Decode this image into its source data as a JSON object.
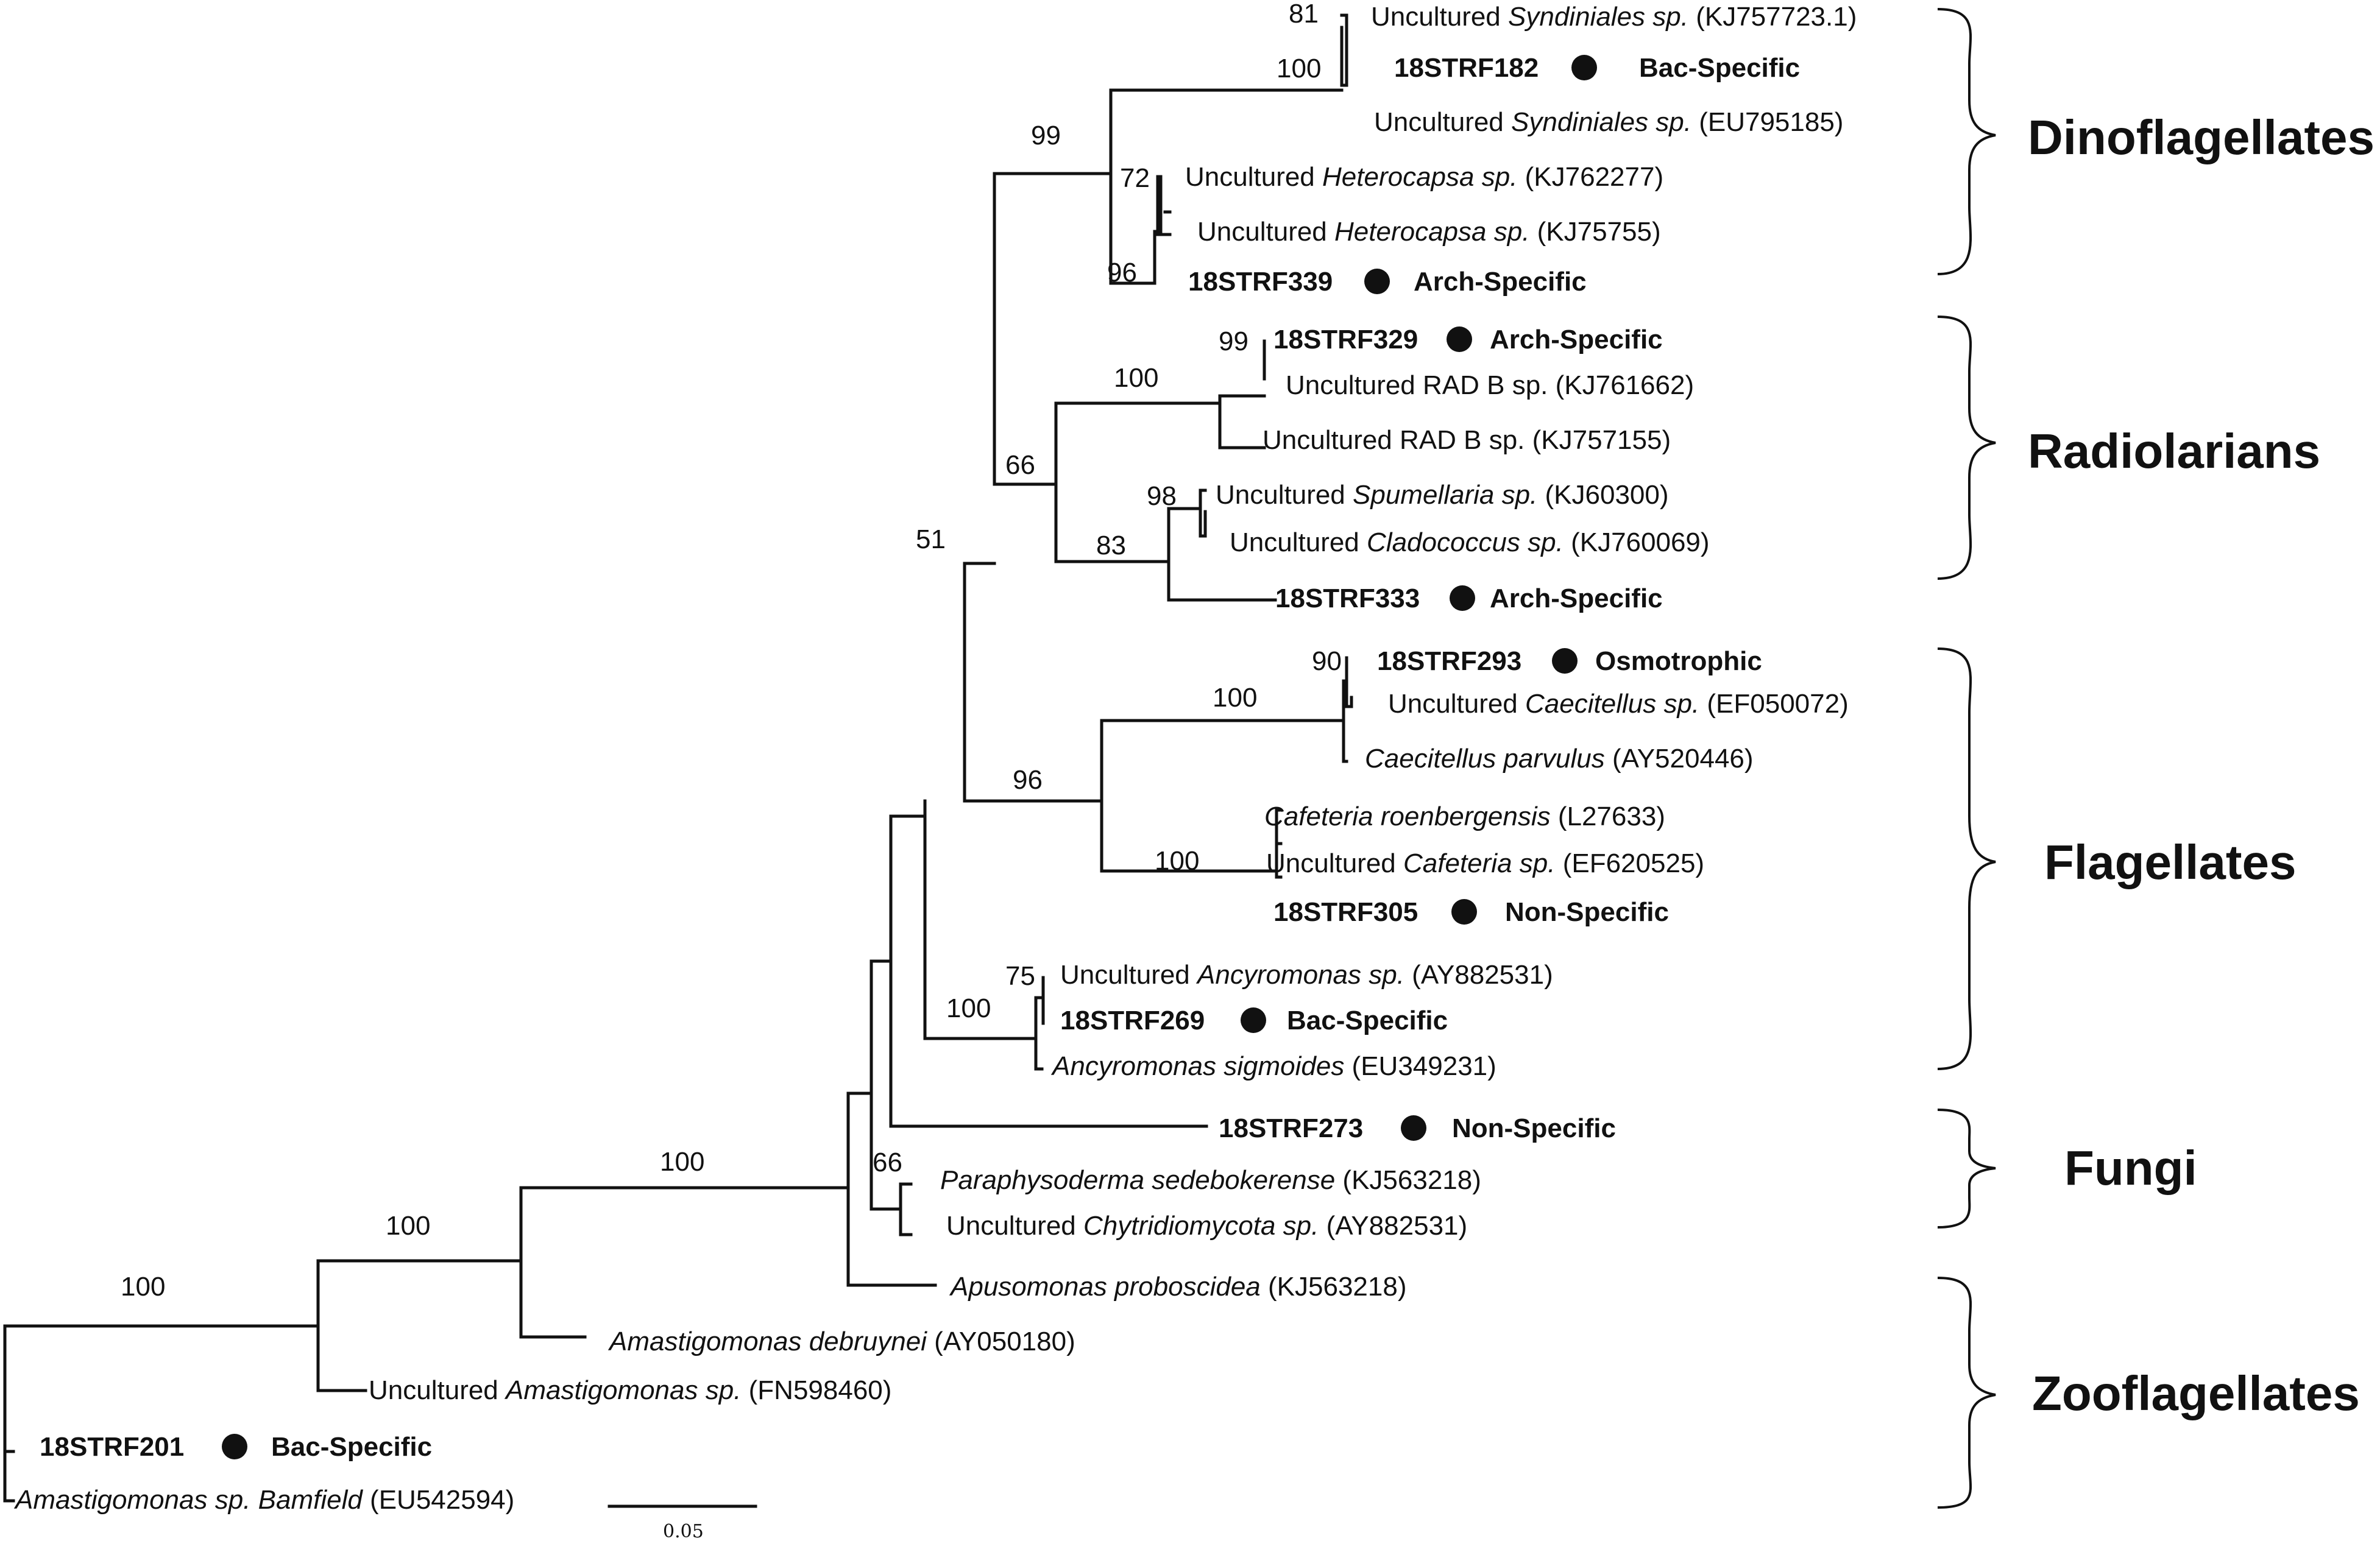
{
  "taxa": [
    {
      "id": "t1",
      "parts": [
        {
          "t": "Uncultured "
        },
        {
          "t": "Syndiniales sp.",
          "i": true
        },
        {
          "t": " (KJ757723.1)"
        }
      ]
    },
    {
      "id": "t2",
      "bold": true,
      "dot": true,
      "name": "18STRF182",
      "tag": "Bac-Specific"
    },
    {
      "id": "t3",
      "parts": [
        {
          "t": "Uncultured "
        },
        {
          "t": "Syndiniales sp.",
          "i": true
        },
        {
          "t": " (EU795185)"
        }
      ]
    },
    {
      "id": "t4",
      "parts": [
        {
          "t": "Uncultured "
        },
        {
          "t": "Heterocapsa sp.",
          "i": true
        },
        {
          "t": " (KJ762277)"
        }
      ]
    },
    {
      "id": "t5",
      "parts": [
        {
          "t": "Uncultured "
        },
        {
          "t": "Heterocapsa sp.",
          "i": true
        },
        {
          "t": " (KJ75755)"
        }
      ]
    },
    {
      "id": "t6",
      "bold": true,
      "dot": true,
      "name": "18STRF339",
      "tag": "Arch-Specific"
    },
    {
      "id": "t7",
      "bold": true,
      "dot": true,
      "name": "18STRF329",
      "tag": "Arch-Specific"
    },
    {
      "id": "t8",
      "parts": [
        {
          "t": "Uncultured RAD B sp. (KJ761662)"
        }
      ]
    },
    {
      "id": "t9",
      "parts": [
        {
          "t": "Uncultured RAD B sp. (KJ757155)"
        }
      ]
    },
    {
      "id": "t10",
      "parts": [
        {
          "t": "Uncultured "
        },
        {
          "t": "Spumellaria sp.",
          "i": true
        },
        {
          "t": " (KJ60300)"
        }
      ]
    },
    {
      "id": "t11",
      "parts": [
        {
          "t": "Uncultured "
        },
        {
          "t": "Cladococcus sp.",
          "i": true
        },
        {
          "t": " (KJ760069)"
        }
      ]
    },
    {
      "id": "t12",
      "bold": true,
      "dot": true,
      "name": "18STRF333",
      "tag": "Arch-Specific"
    },
    {
      "id": "t13",
      "bold": true,
      "dot": true,
      "name": "18STRF293",
      "tag": "Osmotrophic"
    },
    {
      "id": "t14",
      "parts": [
        {
          "t": "Uncultured "
        },
        {
          "t": "Caecitellus sp.",
          "i": true
        },
        {
          "t": " (EF050072)"
        }
      ]
    },
    {
      "id": "t15",
      "parts": [
        {
          "t": "Caecitellus parvulus",
          "i": true
        },
        {
          "t": " (AY520446)"
        }
      ]
    },
    {
      "id": "t16",
      "parts": [
        {
          "t": "Cafeteria roenbergensis",
          "i": true
        },
        {
          "t": " (L27633)"
        }
      ]
    },
    {
      "id": "t17",
      "parts": [
        {
          "t": "Uncultured "
        },
        {
          "t": "Cafeteria sp.",
          "i": true
        },
        {
          "t": " (EF620525)"
        }
      ]
    },
    {
      "id": "t18",
      "bold": true,
      "dot": true,
      "name": "18STRF305",
      "tag": "Non-Specific"
    },
    {
      "id": "t19",
      "parts": [
        {
          "t": "Uncultured "
        },
        {
          "t": "Ancyromonas sp.",
          "i": true
        },
        {
          "t": " (AY882531)"
        }
      ]
    },
    {
      "id": "t20",
      "bold": true,
      "dot": true,
      "name": "18STRF269",
      "tag": "Bac-Specific"
    },
    {
      "id": "t21",
      "parts": [
        {
          "t": "Ancyromonas sigmoides",
          "i": true
        },
        {
          "t": " (EU349231)"
        }
      ]
    },
    {
      "id": "t22",
      "bold": true,
      "dot": true,
      "name": "18STRF273",
      "tag": "Non-Specific"
    },
    {
      "id": "t23",
      "parts": [
        {
          "t": "Paraphysoderma sedebokerense",
          "i": true
        },
        {
          "t": " (KJ563218)"
        }
      ]
    },
    {
      "id": "t24",
      "parts": [
        {
          "t": "Uncultured "
        },
        {
          "t": "Chytridiomycota sp.",
          "i": true
        },
        {
          "t": " (AY882531)"
        }
      ]
    },
    {
      "id": "t25",
      "parts": [
        {
          "t": "Apusomonas proboscidea",
          "i": true
        },
        {
          "t": " (KJ563218)"
        }
      ]
    },
    {
      "id": "t26",
      "parts": [
        {
          "t": "Amastigomonas debruynei",
          "i": true
        },
        {
          "t": " (AY050180)"
        }
      ]
    },
    {
      "id": "t27",
      "parts": [
        {
          "t": "Uncultured "
        },
        {
          "t": "Amastigomonas sp.",
          "i": true
        },
        {
          "t": " (FN598460)"
        }
      ]
    },
    {
      "id": "t28",
      "bold": true,
      "dot": true,
      "name": "18STRF201",
      "tag": "Bac-Specific"
    },
    {
      "id": "t29",
      "parts": [
        {
          "t": "Amastigomonas sp. Bamfield",
          "i": true
        },
        {
          "t": " (EU542594)"
        }
      ]
    }
  ],
  "bootstraps": [
    "81",
    "100",
    "99",
    "72",
    "96",
    "99",
    "100",
    "66",
    "98",
    "83",
    "51",
    "90",
    "100",
    "96",
    "100",
    "75",
    "100",
    "66",
    "100",
    "100",
    "100"
  ],
  "groups": [
    "Dinoflagellates",
    "Radiolarians",
    "Flagellates",
    "Fungi",
    "Zooflagellates"
  ],
  "scale_bar": "0.05"
}
